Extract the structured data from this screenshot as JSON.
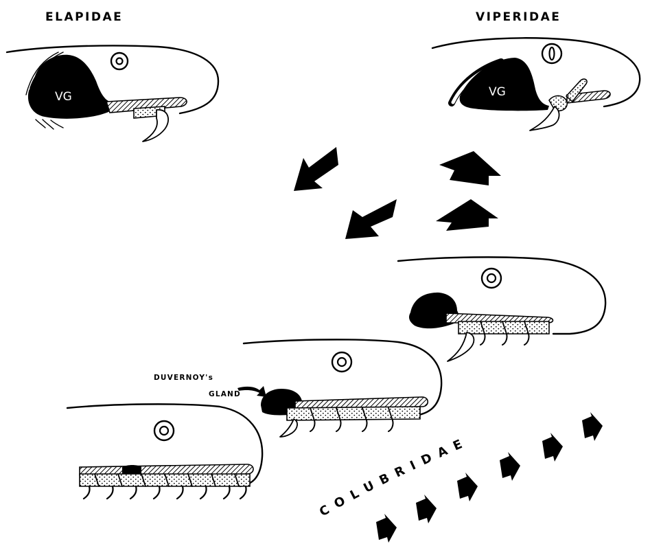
{
  "labels": {
    "elapidae": "ELAPIDAE",
    "viperidae": "VIPERIDAE",
    "venom_gland": "VG",
    "duvernoy_line1": "DUVERNOY's",
    "duvernoy_line2": "GLAND",
    "colubridae": "COLUBRIDAE"
  },
  "colors": {
    "ink": "#000000",
    "paper": "#ffffff"
  },
  "icons": {
    "arrow": "solid-black-arrow",
    "eye": "concentric-circle-eye"
  }
}
